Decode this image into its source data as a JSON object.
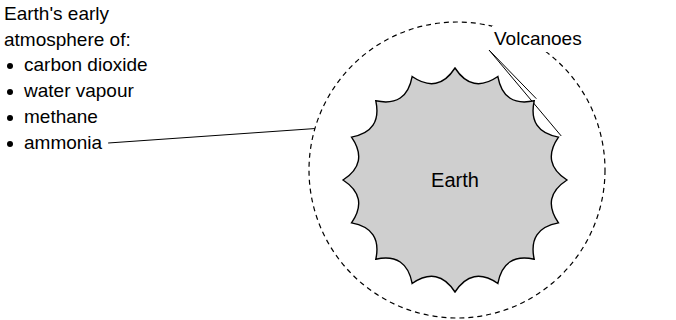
{
  "diagram": {
    "nodes": [
      {
        "text": [
          "Earth"
        ]
      }
    ],
    "labels": [
      "Earth's early atmosphere of:",
      "carbon dioxide",
      "water vapour",
      "methane",
      "ammonia",
      "Volcanoes"
    ]
  }
}
